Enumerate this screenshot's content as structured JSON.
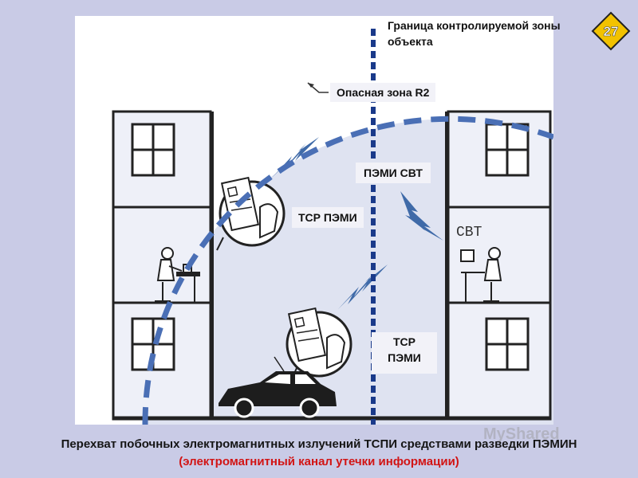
{
  "badge": {
    "number": "27"
  },
  "labels": {
    "boundary": "Граница контролируемой зоны объекта",
    "danger_zone": "Опасная зона R2",
    "pemi_svt": "ПЭМИ СВТ",
    "tsr_pemi_upper": "ТСР ПЭМИ",
    "tsr_pemi_lower_1": "ТСР",
    "tsr_pemi_lower_2": "ПЭМИ",
    "svt": "СВТ"
  },
  "caption": {
    "main": "Перехват побочных электромагнитных излучений ТСПИ средствами разведки ПЭМИН",
    "sub": "(электромагнитный канал утечки информации)"
  },
  "watermark": "MyShared",
  "colors": {
    "zone_dash": "#4a6fb5",
    "zone_fill": "#dfe3f1",
    "boundary_line": "#1a3a8a",
    "lightning": "#3f6aa8",
    "caption_sub": "#d21414",
    "badge_fill": "#f2c200"
  }
}
